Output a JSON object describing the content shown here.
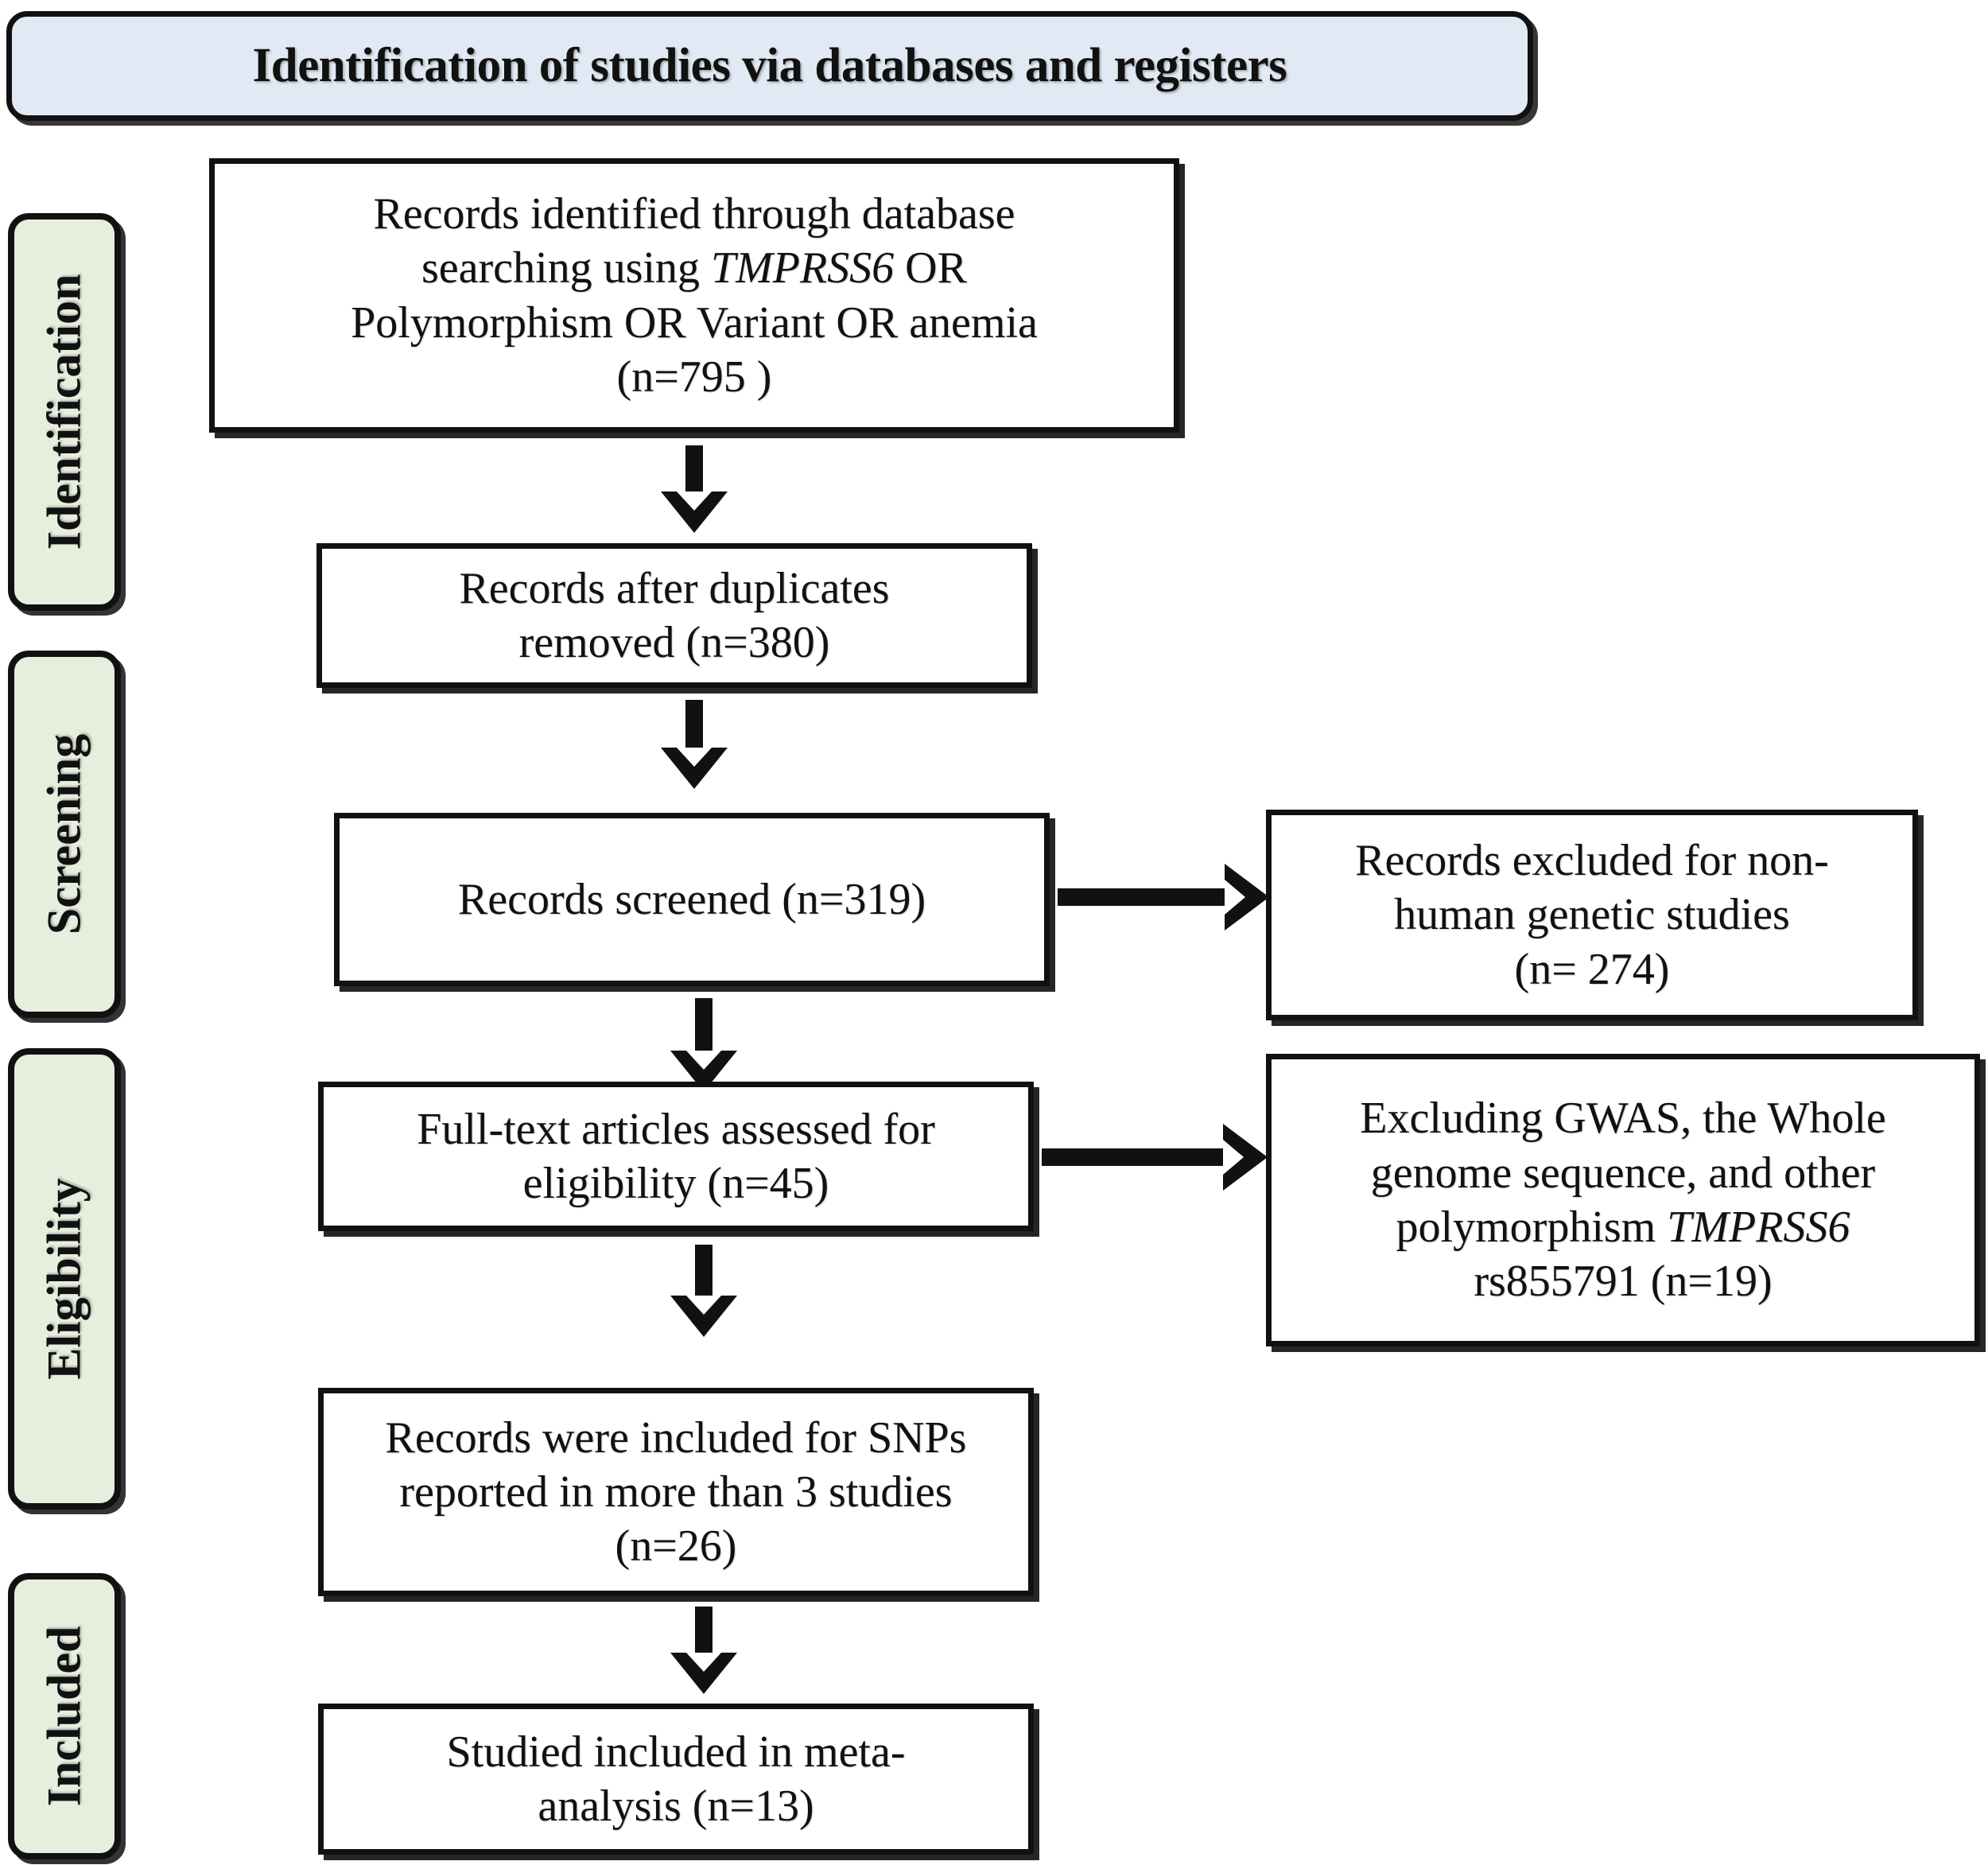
{
  "header": {
    "title": "Identification of studies via databases and registers",
    "fill_color": "#e1eaf4",
    "border_color": "#111111"
  },
  "stages": [
    {
      "label": "Identification",
      "fill_color": "#e6eedd"
    },
    {
      "label": "Screening",
      "fill_color": "#e6eedd"
    },
    {
      "label": "Eligibility",
      "fill_color": "#e6eedd"
    },
    {
      "label": "Included",
      "fill_color": "#e6eedd"
    }
  ],
  "flow": {
    "identified": {
      "line1": "Records identified through database",
      "line2_pre": "searching using ",
      "line2_em": "TMPRSS6",
      "line2_post": " OR",
      "line3": "Polymorphism OR Variant OR anemia",
      "line4": "(n=795 )"
    },
    "deduplicated": {
      "line1": "Records after duplicates",
      "line2": "removed (n=380)"
    },
    "screened": {
      "line1": "Records screened (n=319)"
    },
    "excluded_nonhuman": {
      "line1": "Records excluded for non-",
      "line2": "human genetic studies",
      "line3": "(n= 274)"
    },
    "fulltext": {
      "line1": "Full-text articles assessed for",
      "line2": "eligibility (n=45)"
    },
    "excluded_gwas": {
      "line1": "Excluding GWAS, the Whole",
      "line2": "genome sequence, and other",
      "line3_pre": "polymorphism ",
      "line3_em": "TMPRSS6",
      "line4": "rs855791  (n=19)"
    },
    "included_snps": {
      "line1": "Records were included for SNPs",
      "line2": "reported in more than 3 studies",
      "line3": "(n=26)"
    },
    "meta_analysis": {
      "line1": "Studied included in meta-",
      "line2": "analysis (n=13)"
    }
  },
  "chart_data": {
    "type": "diagram",
    "title": "Identification of studies via databases and registers",
    "nodes": [
      {
        "id": "identified",
        "stage": "Identification",
        "label": "Records identified through database searching using TMPRSS6 OR Polymorphism OR Variant OR anemia",
        "n": 795
      },
      {
        "id": "deduplicated",
        "stage": "Identification",
        "label": "Records after duplicates removed",
        "n": 380
      },
      {
        "id": "screened",
        "stage": "Screening",
        "label": "Records screened",
        "n": 319
      },
      {
        "id": "excluded_nonhuman",
        "stage": "Screening",
        "label": "Records excluded for non-human genetic studies",
        "n": 274
      },
      {
        "id": "fulltext",
        "stage": "Eligibility",
        "label": "Full-text articles assessed for eligibility",
        "n": 45
      },
      {
        "id": "excluded_gwas",
        "stage": "Eligibility",
        "label": "Excluding GWAS, the Whole genome sequence, and other polymorphism TMPRSS6 rs855791",
        "n": 19
      },
      {
        "id": "included_snps",
        "stage": "Included",
        "label": "Records were included for SNPs reported in more than 3 studies",
        "n": 26
      },
      {
        "id": "meta_analysis",
        "stage": "Included",
        "label": "Studied included in meta-analysis",
        "n": 13
      }
    ],
    "edges": [
      {
        "from": "identified",
        "to": "deduplicated",
        "direction": "down"
      },
      {
        "from": "deduplicated",
        "to": "screened",
        "direction": "down"
      },
      {
        "from": "screened",
        "to": "excluded_nonhuman",
        "direction": "right"
      },
      {
        "from": "screened",
        "to": "fulltext",
        "direction": "down"
      },
      {
        "from": "fulltext",
        "to": "excluded_gwas",
        "direction": "right"
      },
      {
        "from": "fulltext",
        "to": "included_snps",
        "direction": "down"
      },
      {
        "from": "included_snps",
        "to": "meta_analysis",
        "direction": "down"
      }
    ]
  }
}
